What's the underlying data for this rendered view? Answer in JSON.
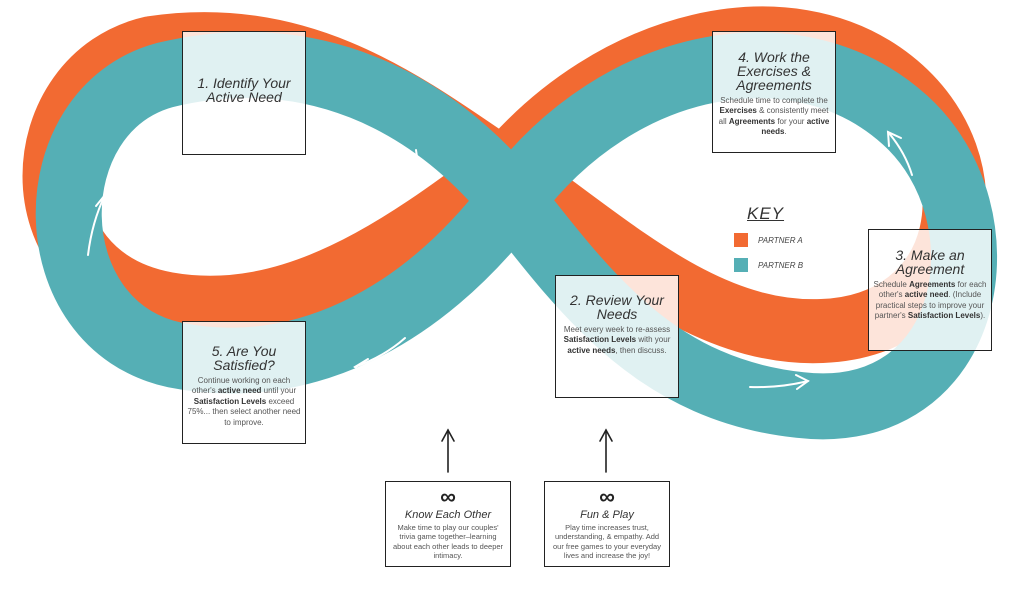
{
  "colors": {
    "partner_a": "#f26a32",
    "partner_b": "#55afb5",
    "arrow": "#ffffff"
  },
  "steps": [
    {
      "title": "1. Identify Your Active Need",
      "body": ""
    },
    {
      "title": "2. Review Your Needs",
      "body": "Meet every week to re-assess Satisfaction Levels with your active needs, then discuss."
    },
    {
      "title": "3. Make an Agreement",
      "body": "Schedule Agreements for each other's active need. (Include practical steps to improve your partner's Satisfaction Levels)."
    },
    {
      "title": "4. Work the Exercises & Agreements",
      "body": "Schedule time to complete the Exercises & consistently meet all Agreements for your active needs."
    },
    {
      "title": "5. Are You Satisfied?",
      "body": "Continue working on each other's active need until your Satisfaction Levels exceed 75%... then select another need to improve."
    }
  ],
  "key": {
    "title": "KEY",
    "partner_a": "PARTNER A",
    "partner_b": "PARTNER B"
  },
  "bottom": [
    {
      "icon": "infinity-icon",
      "symbol": "∞",
      "title": "Know Each Other",
      "body": "Make time to play our couples' trivia game together–learning about each other leads to deeper intimacy."
    },
    {
      "icon": "infinity-icon",
      "symbol": "∞",
      "title": "Fun & Play",
      "body": "Play time increases trust, understanding, & empathy. Add our free games to your everyday lives and increase the joy!"
    }
  ]
}
